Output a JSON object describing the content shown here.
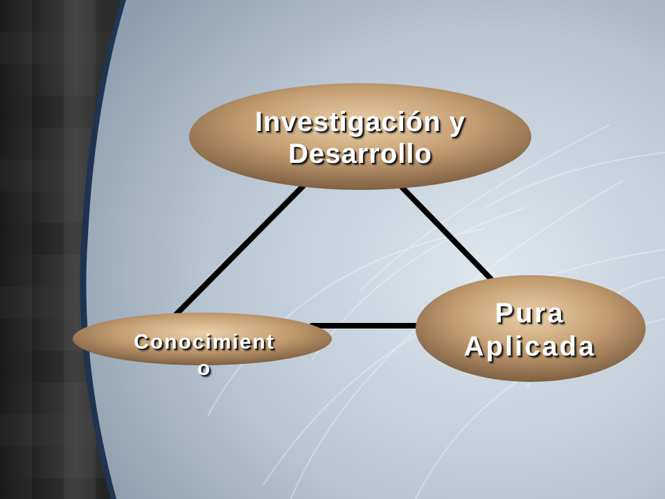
{
  "nodes": {
    "top": "Investigación y Desarrollo",
    "right": "Pura Aplicada",
    "left": "Conocimiento"
  },
  "display": {
    "top_line1": "Investigación y",
    "top_line2": "Desarrollo",
    "right_line1": "Pura",
    "right_line2": "Aplicada",
    "left_line1": "Conocimient",
    "left_line2": "o"
  },
  "colors": {
    "node_fill_light": "#e0bb8c",
    "node_fill_dark": "#8a6a48",
    "connector": "#000000",
    "text": "#ffffff"
  }
}
